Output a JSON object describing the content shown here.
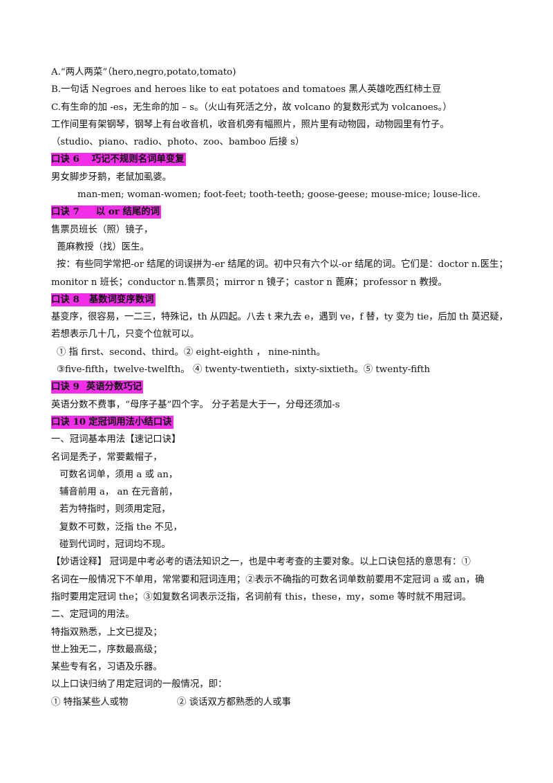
{
  "lines": [
    "A.“两人两菜”（hero,negro,potato,tomato)",
    "B.一句话  Negroes and heroes like to eat potatoes and tomatoes 黑人英雄吃西红柿土豆",
    "C.有生命的加  -es，无生命的加  – s。（火山有死活之分，故  volcano  的复数形式为  volcanoes。）",
    "工作间里有架钢琴，钢琴上有台收音机，收音机旁有幅照片，照片里有动物园，动物园里有竹子。",
    "（studio、piano、radio、photo、zoo、bamboo  后接  s）"
  ],
  "heading6": {
    "label": "口诀 6",
    "title": "巧记不规则名词单变复"
  },
  "rule6": {
    "line1": "男女脚步牙鹅，老鼠加虱婆。",
    "line2": "man-men; woman-women; foot-feet; tooth-teeth; goose-geese; mouse-mice; louse-lice."
  },
  "heading7": {
    "label": "口诀 7",
    "title": "以 or 结尾的词"
  },
  "rule7": {
    "line1": "售票员班长（照）镜子，",
    "line2": "蓖麻教授（找）医生。",
    "line3": "按：有些同学常把-or 结尾的词误拼为-er 结尾的词。初中只有六个以-or 结尾的词。它们是：doctor n.医生；",
    "line4": "monitor n 班长；conductor n.售票员；mirror n 镜子；castor n 蓖麻；professor n 教授。"
  },
  "heading8": {
    "label": "口诀 8",
    "title": "基数词变序数词"
  },
  "rule8": {
    "line1": "基变序，很容易，一二三，特殊记，th 从四起。八去 t 来九去 e，遇到 ve，f 替，ty 变为 tie，后加 th 莫迟疑，",
    "line2": "若想表示几十几，只变个位就可以。",
    "line3": "①  指 first、second、third。② eight-eighth  ，  nine-ninth。",
    "line4": "③five-fifth，twelve-twelfth。  ④  twenty-twentieth，sixty-sixtieth。⑤ twenty-fifth"
  },
  "heading9": {
    "label": "口诀 9",
    "title": "英语分数巧记"
  },
  "rule9": {
    "line1": "英语分数不费事，“母序子基”四个字。  分子若是大于一，分母还须加-s"
  },
  "heading10": {
    "label": "口诀 10",
    "title": "定冠词用法小结口诀"
  },
  "rule10": {
    "section1": "一、冠词基本用法【速记口诀】",
    "poem": [
      "名词是秃子，常要戴帽子，",
      "可数名词单，须用 a 或 an，",
      "辅音前用 a，   an 在元音前，",
      "若为特指时，则须用定冠，",
      "复数不可数，泛指 the 不见，",
      "碰到代词时，冠词均不现。"
    ],
    "explain1": "【妙语诠释】  冠词是中考必考的语法知识之一，也是中考考查的主要对象。以上口诀包括的意思有：①",
    "explain2": "名词在一般情况下不单用，常常要和冠词连用；②表示不确指的可数名词单数前要用不定冠词 a 或 an，确",
    "explain3": "指时要用定冠词 the；③如复数名词表示泛指，名词前有 this，these，my，some 等时就不用冠词。",
    "section2": "二、定冠词的用法。",
    "rules": [
      "特指双熟悉，上文已提及；",
      "世上独无二，序数最高级；",
      "某些专有名，习语及乐器。",
      "以上口诀归纳了用定冠词的一般情况，即："
    ],
    "item1": "①   特指某些人或物",
    "item2": "②  谈话双方都熟悉的人或事"
  }
}
